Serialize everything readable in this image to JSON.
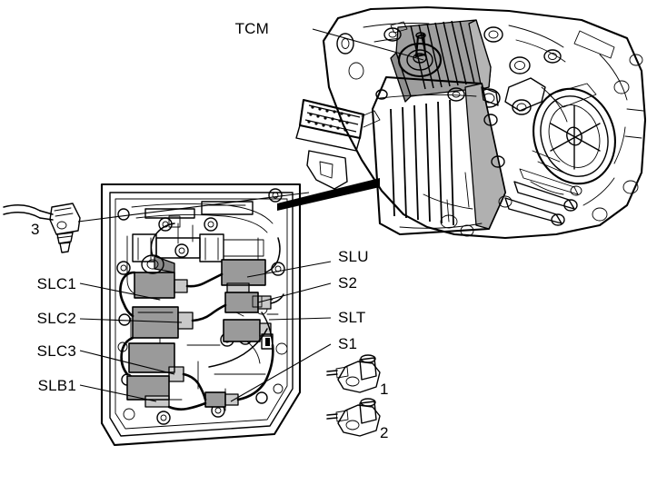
{
  "figure": {
    "title": "Automatic transaxle valve body and TCM component location diagram",
    "background_color": "#ffffff",
    "line_color": "#000000",
    "solenoid_fill": "#9a9a9a",
    "solenoid_tab_fill": "#c9c9c9",
    "oil_pan_fill": "#a3a3a3",
    "tcm_fill": "#9e9e9e",
    "housing_fill": "#ffffff"
  },
  "labels": {
    "tcm": "TCM",
    "left": [
      {
        "id": "slc1",
        "text": "SLC1"
      },
      {
        "id": "slc2",
        "text": "SLC2"
      },
      {
        "id": "slc3",
        "text": "SLC3"
      },
      {
        "id": "slb1",
        "text": "SLB1"
      }
    ],
    "right": [
      {
        "id": "slu",
        "text": "SLU"
      },
      {
        "id": "s2",
        "text": "S2"
      },
      {
        "id": "slt",
        "text": "SLT"
      },
      {
        "id": "s1",
        "text": "S1"
      }
    ],
    "callouts": [
      {
        "id": "callout-1",
        "text": "1"
      },
      {
        "id": "callout-2",
        "text": "2"
      },
      {
        "id": "callout-3",
        "text": "3"
      }
    ]
  }
}
